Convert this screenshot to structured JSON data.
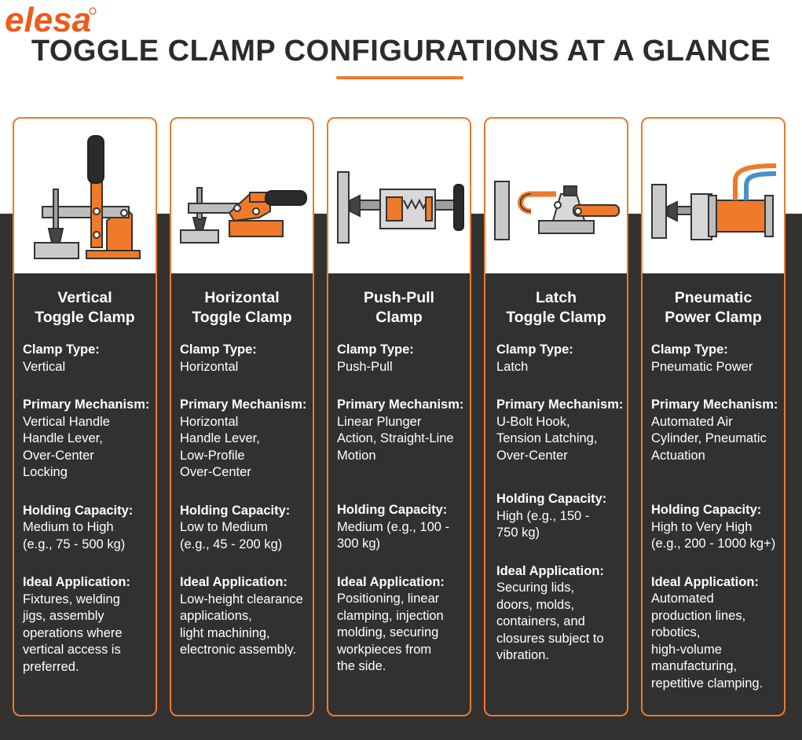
{
  "brand": {
    "logo_text": "elesa",
    "accent": "#ee7a2a",
    "dark": "#333231"
  },
  "page": {
    "title": "TOGGLE CLAMP CONFIGURATIONS AT A GLANCE"
  },
  "labels": {
    "clamp_type": "Clamp Type:",
    "mechanism": "Primary Mechanism:",
    "capacity": "Holding Capacity:",
    "application": "Ideal Application:"
  },
  "cards": [
    {
      "icon": "vertical-toggle-clamp-icon",
      "name": [
        "Vertical",
        "Toggle Clamp"
      ],
      "clamp_type": [
        "Vertical"
      ],
      "mechanism": [
        "Vertical Handle",
        "Handle Lever,",
        "Over-Center",
        "Locking"
      ],
      "capacity": [
        "Medium to High",
        "(e.g., 75 - 500 kg)"
      ],
      "application": [
        "Fixtures, welding",
        "jigs, assembly",
        "operations where",
        "vertical access is",
        "preferred."
      ]
    },
    {
      "icon": "horizontal-toggle-clamp-icon",
      "name": [
        "Horizontal",
        "Toggle Clamp"
      ],
      "clamp_type": [
        "Horizontal"
      ],
      "mechanism": [
        "Horizontal",
        "Handle Lever,",
        "Low-Profile",
        "Over-Center"
      ],
      "capacity": [
        "Low to Medium",
        "(e.g., 45 - 200 kg)"
      ],
      "application": [
        "Low-height clearance",
        "applications,",
        "light machining,",
        "electronic assembly."
      ]
    },
    {
      "icon": "push-pull-clamp-icon",
      "name": [
        "Push-Pull",
        "Clamp"
      ],
      "clamp_type": [
        "Push-Pull"
      ],
      "mechanism": [
        "Linear Plunger",
        "Action, Straight-Line",
        "Motion"
      ],
      "capacity": [
        "Medium (e.g., 100 -",
        "300 kg)"
      ],
      "application": [
        "Positioning, linear",
        "clamping, injection",
        "molding, securing",
        "workpieces from",
        "the side."
      ]
    },
    {
      "icon": "latch-toggle-clamp-icon",
      "name": [
        "Latch",
        "Toggle Clamp"
      ],
      "clamp_type": [
        "Latch"
      ],
      "mechanism": [
        "U-Bolt Hook,",
        "Tension Latching,",
        "Over-Center"
      ],
      "capacity": [
        "High (e.g., 150 -",
        "750 kg)"
      ],
      "application": [
        "Securing lids,",
        "doors, molds,",
        "containers, and",
        "closures subject to",
        "vibration."
      ]
    },
    {
      "icon": "pneumatic-power-clamp-icon",
      "name": [
        "Pneumatic",
        "Power Clamp"
      ],
      "clamp_type": [
        "Pneumatic Power"
      ],
      "mechanism": [
        "Automated Air",
        "Cylinder, Pneumatic",
        "Actuation"
      ],
      "capacity": [
        "High to Very High",
        "(e.g., 200 - 1000 kg+)"
      ],
      "application": [
        "Automated",
        "production lines,",
        "robotics,",
        "high-volume",
        "manufacturing,",
        "repetitive clamping."
      ]
    }
  ]
}
